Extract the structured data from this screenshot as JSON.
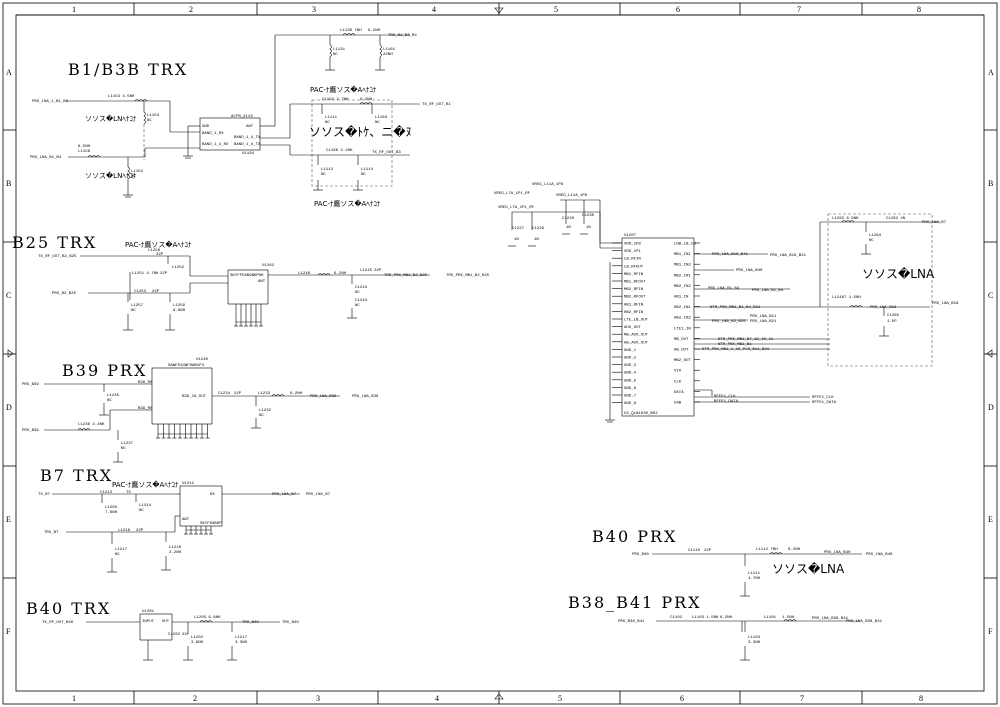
{
  "frame": {
    "cols": [
      "1",
      "2",
      "3",
      "4",
      "5",
      "6",
      "7",
      "8"
    ],
    "rows": [
      "A",
      "B",
      "C",
      "D",
      "E",
      "F"
    ]
  },
  "sections": {
    "b1b3b": "B1/B3B TRX",
    "b25": "B25 TRX",
    "b39": "B39 PRX",
    "b7": "B7 TRX",
    "b40_trx": "B40 TRX",
    "b40_prx": "B40 PRX",
    "b38_b41": "B38_B41 PRX"
  },
  "notes": {
    "near_lna_1": "ソソス�LNﾍﾅｺﾅ",
    "near_lna_2": "ソソス�LNﾍﾅｺﾅ",
    "pa_side_b1": "PAC-ﾅ鷹ソス�Aﾍﾅｺﾅ",
    "pa_side_b1_low": "PAC-ﾅ鷹ソス�Aﾍﾅｺﾅ",
    "b1_middle": "ソソス�ﾄｹ、ニ�ﾇ",
    "pa_side_b25": "PAC-ﾅ鷹ソス�Aﾍﾅｺﾅ",
    "pa_side_b7": "PAC-ﾅ鷹ソス�Aﾍﾅｺﾅ",
    "lna_big": "ソソス�LNA",
    "b40_lna": "ソソス�LNA"
  },
  "labels": {
    "b1": {
      "l1": "PRX_LNA_1_B1_B3",
      "l2": "L1153 4.5NH",
      "l3": "L1154",
      "l4": "NC",
      "l5": "PRX_LNA_B1_B4",
      "l6": "6.5NH",
      "l7": "L1156",
      "l8": "L1152",
      "l9": "NC",
      "l10": "BAND_1_RX",
      "l11": "BAND_1_4_TX",
      "l12": "BAND_1_4_RX",
      "l13": "ACFM_2113",
      "l14": "ANT",
      "l15": "GND",
      "l16": "U1164",
      "l17": "L1130 7NH",
      "l18": "6.2NH",
      "l19": "TRX_B1_B3_B4",
      "l20": "L1131",
      "l21": "NC",
      "l22": "L1161",
      "l23": "22NH",
      "l24": "C1162 2.7NH",
      "l25": "6.2NH",
      "l26": "TX_RF_OUT_B1",
      "l27": "L1111",
      "l28": "NC",
      "l29": "L1163",
      "l30": "NC",
      "l31": "C1166 2.2NH",
      "l32": "TX_RF_OUT_B3",
      "l33": "L1112",
      "l34": "NC",
      "l35": "L1114",
      "l36": "NC"
    },
    "b25": {
      "l1": "TX_RF_OUT_B2_B25",
      "l2": "L1258",
      "l3": "22P",
      "l4": "L1252",
      "l5": "L1251 4.7NH",
      "l6": "22P",
      "l7": "PRX_B2_B25",
      "l8": "C1253",
      "l9": "22P",
      "l10": "L1257",
      "l11": "NC",
      "l12": "L1259",
      "l13": "6.8NH",
      "l14": "U1262",
      "l15": "SKYFFE8B9BKP0K",
      "l16": "L1246",
      "l17": "6.2NH",
      "l18": "C1243",
      "l19": "NC",
      "l20": "C1244",
      "l21": "NC",
      "l22": "L1245",
      "l23": "22P",
      "l24": "TRX_PRX_MB1_B2_B25",
      "l25": "TRX_PRX_MB1_B2_B25",
      "l26": "ANT"
    },
    "b39": {
      "l1": "PRX_B39",
      "l2": "L1236 2.4NH",
      "l3": "L1237",
      "l4": "NC",
      "l5": "PRX_B39",
      "l6": "L1235",
      "l7": "NC",
      "l8": "B39_RX",
      "l9": "B39_RX",
      "l10": "U1240",
      "l11": "B39_19_OUT",
      "l12": "C1234",
      "l13": "22P",
      "l14": "L1233",
      "l15": "6.2NH",
      "l16": "PRX_LNA_B39",
      "l17": "L1232",
      "l18": "NC",
      "l19": "PRX_LNA_B39",
      "l20": "SAWFD1GWF0AM1P4"
    },
    "b7": {
      "l1": "TX_B7",
      "l2": "C1213",
      "l3": "TX",
      "l4": "L1203",
      "l5": "7.6NH",
      "l6": "L1214",
      "l7": "NC",
      "l8": "TRX_B7",
      "l9": "L1216",
      "l10": "22P",
      "l11": "L1217",
      "l12": "NC",
      "l13": "L1218",
      "l14": "2.2NH",
      "l15": "U1212",
      "l16": "RX",
      "l17": "PRX_LNA_B7",
      "l18": "PRX_LNA_B7",
      "l19": "ANT",
      "l20": "SKYFE8B0P"
    },
    "b40t": {
      "l1": "TX_RF_OUT_B40",
      "l2": "U1201",
      "l3": "L1203 6.8NH",
      "l4": "L1202",
      "l5": "3.9NH",
      "l6": "L1217",
      "l7": "3.3NH",
      "l8": "TRX_B40",
      "l9": "TRX_B40",
      "l10": "C1202",
      "l11": "22P",
      "l12": "OUT",
      "l13": "INPUT"
    },
    "b40p": {
      "l1": "PRX_B40",
      "l2": "C1110",
      "l3": "22P",
      "l4": "L1112 7NH",
      "l5": "6.2NH",
      "l6": "PRX_LNA_B40",
      "l7": "PRX_LNA_B40",
      "l8": "L1111",
      "l9": "4.7NH"
    },
    "b38": {
      "l1": "PRX_B38_B41",
      "l2": "C1102",
      "l3": "L1103 1.5NH",
      "l4": "6.2NH",
      "l5": "PRX_LNA_B38_B41",
      "l6": "PRX_LNA_B38_B41",
      "l7": "L1101",
      "l8": "1.5NH",
      "l9": "L1104",
      "l10": "3.3NH"
    },
    "ic": {
      "ref": "U1207",
      "part": "U2_QLN1030_B02",
      "vreg1": "VREG_L7A_1P1_RF",
      "vreg2": "VREG_L11A_1P8",
      "vreg_a": "VREG_L11A_1P8",
      "vreg_b": "VREG_L7A_1P1_RF",
      "c1": "C1227",
      "c2": "C1229",
      "c3": "C1228",
      "c4": "C1230",
      "c5": "C1226",
      "c6": "C1231",
      "cval": "1N",
      "pins_left": [
        "VDD_1P8",
        "VDD_1P1",
        "LB_RFIN",
        "LB_RFOUT",
        "MB1_RFIN",
        "MB1_RFOUT",
        "MB2_RFIN",
        "MB2_RFOUT",
        "HB1_RFIN",
        "HB2_RFIN",
        "LTE_LB_OUT",
        "AUX_OUT",
        "MB_AUX_OUT",
        "HB_AUX_OUT",
        "GND_1",
        "GND_2",
        "GND_3",
        "GND_4",
        "GND_5",
        "GND_6",
        "GND_7",
        "GND_8"
      ],
      "pins_right": [
        "LNB_LB_IN",
        "MB1_IN1",
        "MB1_IN2",
        "MB2_IN1",
        "MB2_IN2",
        "HB1_IN",
        "HB2_IN1",
        "HB2_IN2",
        "LTE1_IN",
        "MB_OUT",
        "HB_OUT",
        "MB2_OUT",
        "VIO",
        "CLK",
        "DATA",
        "USB"
      ],
      "net1": "PRX_LNA_B19_B41",
      "net2": "PRX_LNA_B40",
      "net3": "PRX_LNA_B1_B4",
      "net4": "PRX_LNA_B2_B25",
      "net5": "PRX_LNA_B11",
      "net6": "PRX_LNA_B21",
      "net7": "NTR_PRX_MB1_B7_19_40_41",
      "net8": "NTR_PRX_MB1_B1",
      "net9": "NTR_PRX_MB1_1_19_PCS_B11_B21",
      "net10": "RFFE1_CLK",
      "net11": "RFFE1_DATA",
      "net12": "NTR_PRX_MB1_B1_B4_B21",
      "lna_in": "L1263 6.6NH",
      "lna_c": "C1262 4N",
      "lna_out": "PRX_LNA_B7",
      "lna_l": "L1264",
      "lna_nc": "NC",
      "lna2": "L12497 1.5NH",
      "lna2_net": "PRX_LNA_B19",
      "lna2_c": "C1265",
      "lna2_v": "1.5P"
    }
  }
}
